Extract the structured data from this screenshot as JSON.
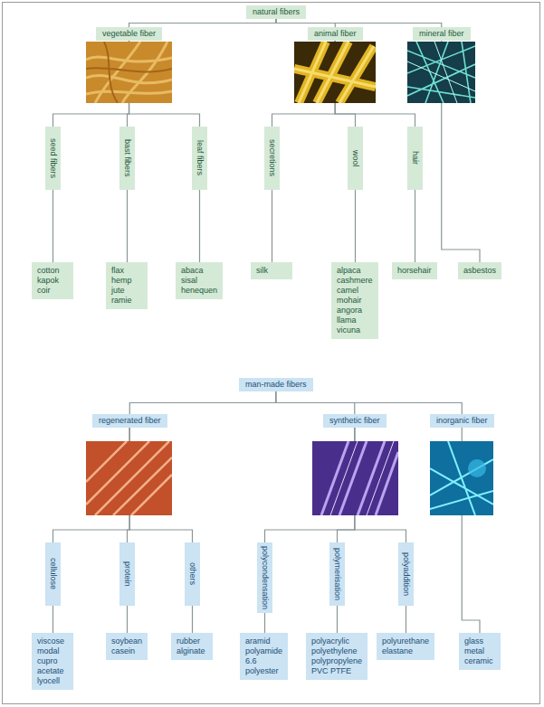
{
  "diagram": {
    "nodes": [
      {
        "text": [
          "natural fibers"
        ]
      },
      {
        "text": [
          "vegetable fiber"
        ]
      },
      {
        "text": [
          "animal fiber"
        ]
      },
      {
        "text": [
          "mineral fiber"
        ]
      },
      {
        "text": [
          "seed fibers"
        ]
      },
      {
        "text": [
          "bast fibers"
        ]
      },
      {
        "text": [
          "leaf fibers"
        ]
      },
      {
        "text": [
          "secretions"
        ]
      },
      {
        "text": [
          "wool"
        ]
      },
      {
        "text": [
          "hair"
        ]
      },
      {
        "text": [
          "cotton kapok coir"
        ]
      },
      {
        "text": [
          "flax hemp jute ramie"
        ]
      },
      {
        "text": [
          "abaca sisal henequen"
        ]
      },
      {
        "text": [
          "silk"
        ]
      },
      {
        "text": [
          "alpaca cashmere camel mohair angora llama vicuna"
        ]
      },
      {
        "text": [
          "horsehair"
        ]
      },
      {
        "text": [
          "asbestos"
        ]
      },
      {
        "text": [
          "man-made fibers"
        ]
      },
      {
        "text": [
          "regenerated fiber"
        ]
      },
      {
        "text": [
          "synthetic fiber"
        ]
      },
      {
        "text": [
          "inorganic fiber"
        ]
      },
      {
        "text": [
          "cellulose"
        ]
      },
      {
        "text": [
          "protein"
        ]
      },
      {
        "text": [
          "others"
        ]
      },
      {
        "text": [
          "polycondensation"
        ]
      },
      {
        "text": [
          "polymerisation"
        ]
      },
      {
        "text": [
          "polyaddition"
        ]
      },
      {
        "text": [
          "viscose modal cupro acetate lyocell"
        ]
      },
      {
        "text": [
          "soybean casein"
        ]
      },
      {
        "text": [
          "rubber alginate"
        ]
      },
      {
        "text": [
          "aramid polyamide 6.6 polyester"
        ]
      },
      {
        "text": [
          "polyacrylic polyethylene polypropylene PVC PTFE"
        ]
      },
      {
        "text": [
          "polyurethane elastane"
        ]
      },
      {
        "text": [
          "glass metal ceramic"
        ]
      }
    ],
    "edges": [
      {
        "from": 0,
        "to": 1,
        "arrow": "none"
      },
      {
        "from": 0,
        "to": 2,
        "arrow": "none"
      },
      {
        "from": 0,
        "to": 3,
        "arrow": "none"
      },
      {
        "from": 1,
        "to": 4,
        "arrow": "none"
      },
      {
        "from": 1,
        "to": 5,
        "arrow": "none"
      },
      {
        "from": 1,
        "to": 6,
        "arrow": "none"
      },
      {
        "from": 2,
        "to": 7,
        "arrow": "none"
      },
      {
        "from": 2,
        "to": 8,
        "arrow": "none"
      },
      {
        "from": 2,
        "to": 9,
        "arrow": "none"
      },
      {
        "from": 4,
        "to": 10,
        "arrow": "none"
      },
      {
        "from": 5,
        "to": 11,
        "arrow": "none"
      },
      {
        "from": 6,
        "to": 12,
        "arrow": "none"
      },
      {
        "from": 7,
        "to": 13,
        "arrow": "none"
      },
      {
        "from": 8,
        "to": 14,
        "arrow": "none"
      },
      {
        "from": 9,
        "to": 15,
        "arrow": "none"
      },
      {
        "from": 3,
        "to": 16,
        "arrow": "none"
      },
      {
        "from": 17,
        "to": 18,
        "arrow": "none"
      },
      {
        "from": 17,
        "to": 19,
        "arrow": "none"
      },
      {
        "from": 17,
        "to": 20,
        "arrow": "none"
      },
      {
        "from": 18,
        "to": 21,
        "arrow": "none"
      },
      {
        "from": 18,
        "to": 22,
        "arrow": "none"
      },
      {
        "from": 18,
        "to": 23,
        "arrow": "none"
      },
      {
        "from": 19,
        "to": 24,
        "arrow": "none"
      },
      {
        "from": 19,
        "to": 25,
        "arrow": "none"
      },
      {
        "from": 19,
        "to": 26,
        "arrow": "none"
      },
      {
        "from": 21,
        "to": 27,
        "arrow": "none"
      },
      {
        "from": 22,
        "to": 28,
        "arrow": "none"
      },
      {
        "from": 23,
        "to": 29,
        "arrow": "none"
      },
      {
        "from": 24,
        "to": 30,
        "arrow": "none"
      },
      {
        "from": 25,
        "to": 31,
        "arrow": "none"
      },
      {
        "from": 26,
        "to": 32,
        "arrow": "none"
      },
      {
        "from": 20,
        "to": 33,
        "arrow": "none"
      }
    ]
  }
}
